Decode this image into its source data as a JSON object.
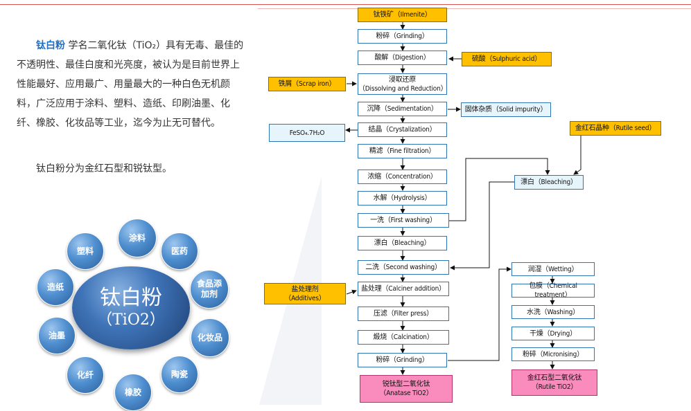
{
  "intro": {
    "line1_highlight": "钛白粉",
    "line1_rest": "学名二氧化钛（TiO₂）具有无毒、",
    "paragraph_rest": "最佳的不透明性、最佳白度和光亮度，被认为是目前世界上性能最好、应用最广、用量最大的一种白色无机颜料，广泛应用于涂料、塑料、造纸、印刷油墨、化纤、橡胶、化妆品等工业，迄今为止无可替代。",
    "line2": "钛白粉分为金红石型和锐钛型。"
  },
  "diagram": {
    "center_line1": "钛白粉",
    "center_line2": "（TiO2）",
    "applications": [
      {
        "label": "涂料"
      },
      {
        "label": "医药"
      },
      {
        "label": "食品添加剂"
      },
      {
        "label": "化妆品"
      },
      {
        "label": "陶瓷"
      },
      {
        "label": "橡胶"
      },
      {
        "label": "化纤"
      },
      {
        "label": "油墨"
      },
      {
        "label": "造纸"
      },
      {
        "label": "塑料"
      }
    ]
  },
  "flow": {
    "main": [
      {
        "label": "钛铁矿（Ilmenite）"
      },
      {
        "label": "粉碎（Grinding）"
      },
      {
        "label": "酸解（Digestion）"
      },
      {
        "label": "浸取还原\n（Dissolving and Reduction）"
      },
      {
        "label": "沉降（Sedimentation）"
      },
      {
        "label": "结晶（Crystalization）"
      },
      {
        "label": "精滤（Fine filtration）"
      },
      {
        "label": "浓缩（Concentration）"
      },
      {
        "label": "水解（Hydrolysis）"
      },
      {
        "label": "一洗（First washing）"
      },
      {
        "label": "漂白（Bleaching）"
      },
      {
        "label": "二洗（Second washing）"
      },
      {
        "label": "盐处理（Calciner addition）"
      },
      {
        "label": "压滤（Filter press）"
      },
      {
        "label": "煅烧（Calcination）"
      },
      {
        "label": "粉碎（Grinding）"
      },
      {
        "label": "锐钛型二氧化钛\n（Anatase TiO2）"
      }
    ],
    "side": {
      "sulphuric_acid": "硫酸（Sulphuric acid）",
      "scrap_iron": "铁屑（Scrap iron）",
      "solid_impurity": "固体杂质（Solid impurity）",
      "feso4": "FeSO₄.7H₂O",
      "rutile_seed": "金红石晶种（Rutile seed）",
      "bleaching2": "漂白（Bleaching）",
      "additives": "盐处理剂\n（Additives）"
    },
    "rutile": [
      {
        "label": "润湿（Wetting）"
      },
      {
        "label": "包膜（Chemical treatment）"
      },
      {
        "label": "水洗（Washing）"
      },
      {
        "label": "干燥（Drying）"
      },
      {
        "label": "粉碎（Micronising）"
      },
      {
        "label": "金红石型二氧化钛\n（Rutile TiO2）"
      }
    ]
  },
  "colors": {
    "box_border": "#2e75b6",
    "input_fill": "#ffc000",
    "product_fill": "#f98bbd",
    "highlight_text": "#1f6fc5"
  }
}
